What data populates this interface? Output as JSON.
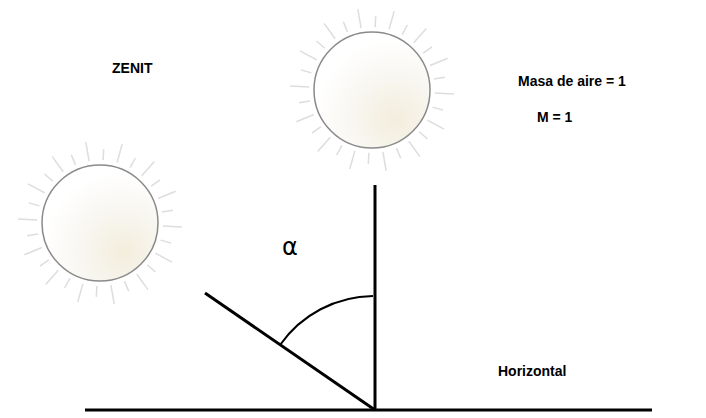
{
  "diagram": {
    "labels": [
      "ZENIT",
      "Masa de aire = 1",
      "M = 1",
      "α",
      "Horizontal"
    ]
  }
}
